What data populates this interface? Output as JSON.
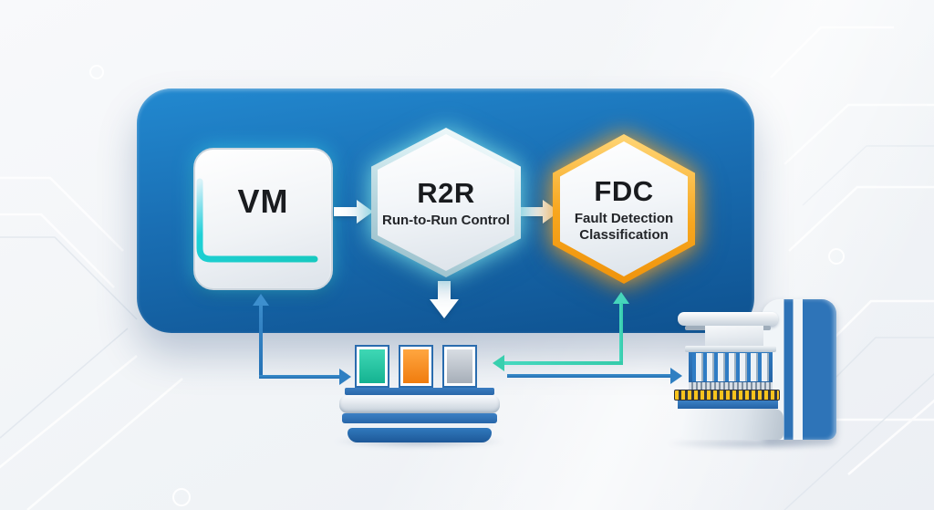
{
  "nodes": {
    "vm": {
      "label": "VM"
    },
    "r2r": {
      "label": "R2R",
      "sublabel": "Run-to-Run Control"
    },
    "fdc": {
      "label": "FDC",
      "sublabel_line1": "Fault Detection",
      "sublabel_line2": "Classification"
    }
  },
  "equipment": {
    "metrology_station": {
      "icon": "wafer-cassette-station-icon",
      "cassettes": [
        {
          "name": "teal-cassette",
          "color": "linear-gradient(180deg,#3fd8b5,#14b291)"
        },
        {
          "name": "orange-cassette",
          "color": "linear-gradient(180deg,#ffa640,#f07c0e)"
        },
        {
          "name": "gray-cassette",
          "color": "linear-gradient(180deg,#d8dde3,#a6aeb8)"
        }
      ]
    },
    "process_tool": {
      "icon": "process-equipment-icon"
    }
  },
  "edges": [
    {
      "from": "vm",
      "to": "r2r",
      "style": "white-block-arrow"
    },
    {
      "from": "r2r",
      "to": "fdc",
      "style": "white-block-arrow"
    },
    {
      "from": "r2r",
      "to": "metrology_station",
      "style": "white-block-arrow-down"
    },
    {
      "from": "metrology_station",
      "to": "vm",
      "style": "blue-elbow",
      "double_headed": true
    },
    {
      "from": "process_tool",
      "to": "fdc",
      "style": "teal-elbow",
      "double_headed": true
    },
    {
      "from": "metrology_station",
      "to": "process_tool",
      "style": "blue-line"
    }
  ],
  "colors": {
    "panel_top": "#2289d0",
    "panel_bottom": "#0e518f",
    "connector_blue": "#2f7fc2",
    "connector_teal": "#3bd0ae",
    "vm_accent": "#1dd0d6",
    "fdc_border": "#f7a61e",
    "r2r_glow": "#7debf2",
    "background": "#f2f4f7"
  }
}
